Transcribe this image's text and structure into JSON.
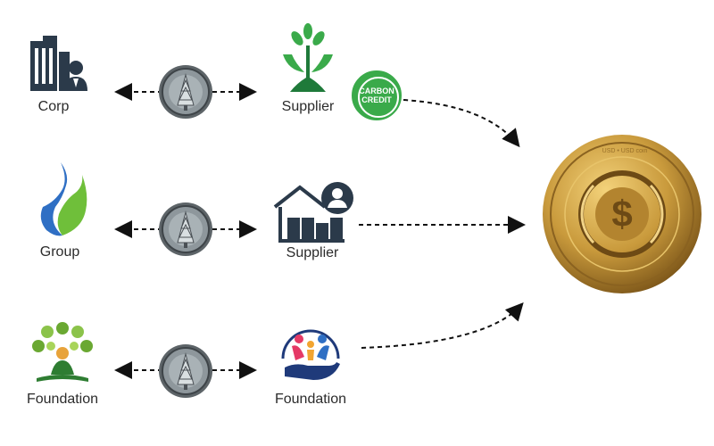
{
  "nodes": {
    "corp": {
      "label": "Corp",
      "icon": "office-building-person-icon"
    },
    "supplier_top": {
      "label": "Supplier",
      "icon": "plant-in-hands-icon"
    },
    "carbon_credit": {
      "line1": "CARBON",
      "line2": "CREDIT",
      "icon": "carbon-credit-badge-icon"
    },
    "group": {
      "label": "Group",
      "icon": "flame-icon"
    },
    "supplier_mid": {
      "label": "Supplier",
      "icon": "warehouse-person-icon"
    },
    "foundation_left": {
      "label": "Foundation",
      "icon": "tree-people-icon"
    },
    "foundation_right": {
      "label": "Foundation",
      "icon": "people-in-hand-icon"
    },
    "coin_small": {
      "icon": "pine-tree-coin-icon"
    },
    "coin_usdc": {
      "ring_text": "USD • USD coin",
      "icon": "usd-coin-icon"
    }
  },
  "colors": {
    "dark_navy": "#2b3a4a",
    "green": "#3aaa4a",
    "blue": "#2f6fc4",
    "gold": "#c99a3c",
    "arrow": "#111111"
  }
}
